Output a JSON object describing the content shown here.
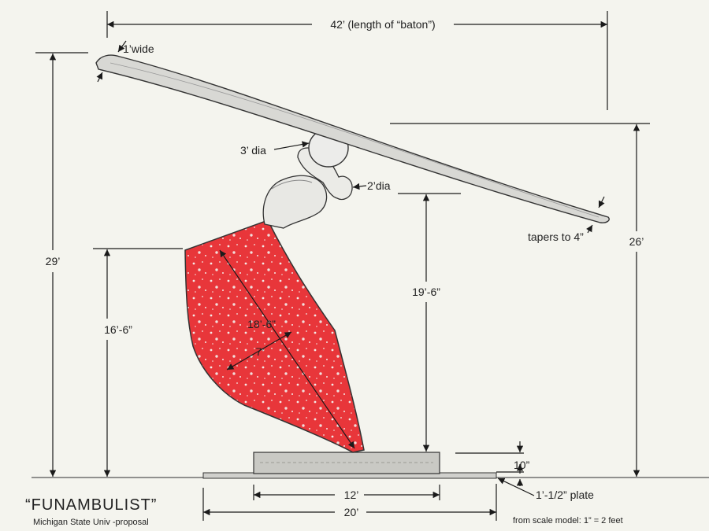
{
  "labels": {
    "baton_length": "42’ (length of “baton”)",
    "baton_width": "1’wide",
    "head_dia": "3’ dia",
    "arm_dia": "2’dia",
    "tapers": "tapers to 4”",
    "height_total": "29’",
    "height_body": "16’-6”",
    "height_arm": "19’-6”",
    "height_baton_end": "26’",
    "body_diag": "18’-6”",
    "body_width": "7’",
    "base_height": "10”",
    "plate": "1’-1/2” plate",
    "base_width": "12’",
    "plate_width": "20’"
  },
  "title": "“FUNAMBULIST”",
  "subtitle": "Michigan State Univ -proposal",
  "note": "from scale model: 1” =  2 feet",
  "colors": {
    "background": "#f4f4ee",
    "body_red": "#e8363a",
    "ink": "#1a1a1a"
  }
}
